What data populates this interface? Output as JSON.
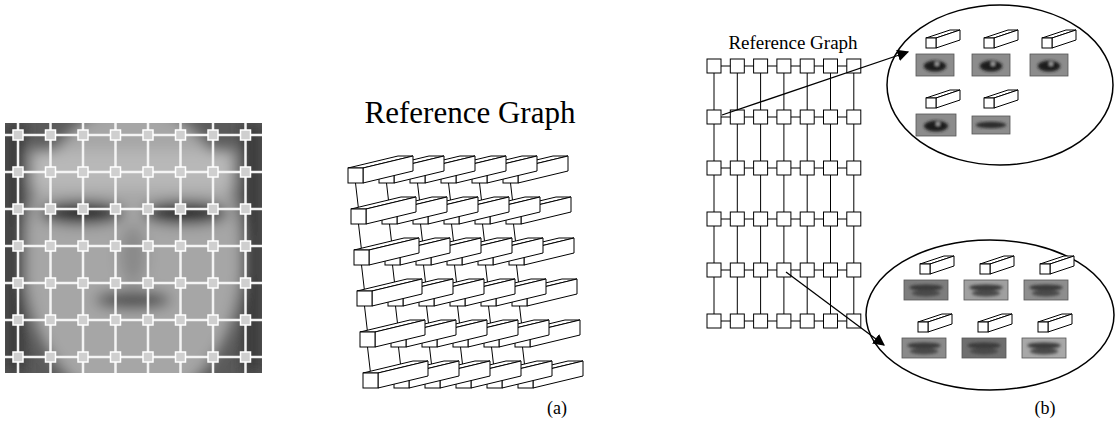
{
  "diagram": {
    "labels": [
      "Reference Graph",
      "Reference Graph",
      "(a)",
      "(b)"
    ]
  }
}
